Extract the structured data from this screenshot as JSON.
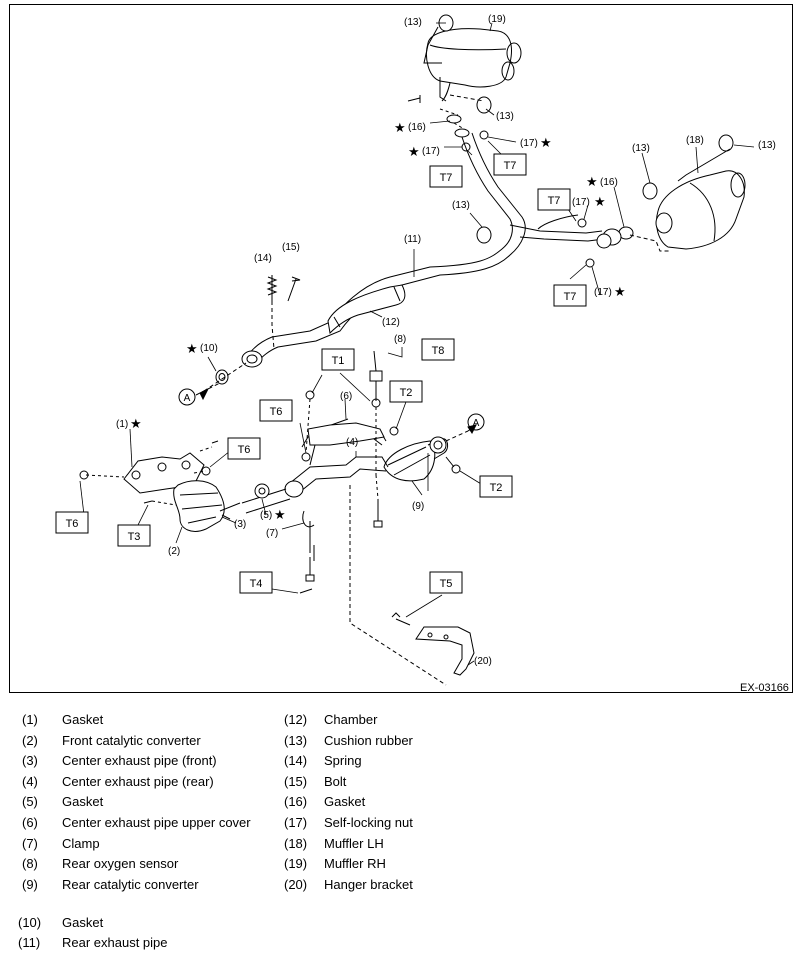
{
  "diagram": {
    "figure_code": "EX-03166",
    "callouts": {
      "c13a": "(13)",
      "c19": "(19)",
      "c13b": "(13)",
      "c16a": "(16)",
      "c17a": "(17)",
      "c17b": "(17)",
      "c13c": "(13)",
      "c18": "(18)",
      "c13d": "(13)",
      "c16b": "(16)",
      "c17c": "(17)",
      "c17d": "(17)",
      "c13e": "(13)",
      "c11": "(11)",
      "c15": "(15)",
      "c14": "(14)",
      "c12": "(12)",
      "c10": "(10)",
      "c8": "(8)",
      "c6": "(6)",
      "c4": "(4)",
      "c1": "(1)",
      "c9": "(9)",
      "c3": "(3)",
      "c5": "(5)",
      "c2": "(2)",
      "c7": "(7)",
      "c20": "(20)"
    },
    "torque_boxes": {
      "t7a": "T7",
      "t7b": "T7",
      "t7c": "T7",
      "t7d": "T7",
      "t1": "T1",
      "t8": "T8",
      "t2a": "T2",
      "t6a": "T6",
      "t6b": "T6",
      "t2b": "T2",
      "t6c": "T6",
      "t3": "T3",
      "t4": "T4",
      "t5": "T5"
    },
    "connector_a1": "A",
    "connector_a2": "A",
    "star_symbol": "★"
  },
  "legend": [
    {
      "num": "(1)",
      "label": "Gasket"
    },
    {
      "num": "(2)",
      "label": "Front catalytic converter"
    },
    {
      "num": "(3)",
      "label": "Center exhaust pipe (front)"
    },
    {
      "num": "(4)",
      "label": "Center exhaust pipe (rear)"
    },
    {
      "num": "(5)",
      "label": "Gasket"
    },
    {
      "num": "(6)",
      "label": "Center exhaust pipe upper cover"
    },
    {
      "num": "(7)",
      "label": "Clamp"
    },
    {
      "num": "(8)",
      "label": "Rear oxygen sensor"
    },
    {
      "num": "(9)",
      "label": "Rear catalytic converter"
    },
    {
      "num": "(10)",
      "label": "Gasket"
    },
    {
      "num": "(11)",
      "label": "Rear exhaust pipe"
    },
    {
      "num": "(12)",
      "label": "Chamber"
    },
    {
      "num": "(13)",
      "label": "Cushion rubber"
    },
    {
      "num": "(14)",
      "label": "Spring"
    },
    {
      "num": "(15)",
      "label": "Bolt"
    },
    {
      "num": "(16)",
      "label": "Gasket"
    },
    {
      "num": "(17)",
      "label": "Self-locking nut"
    },
    {
      "num": "(18)",
      "label": "Muffler LH"
    },
    {
      "num": "(19)",
      "label": "Muffler RH"
    },
    {
      "num": "(20)",
      "label": "Hanger bracket"
    }
  ]
}
